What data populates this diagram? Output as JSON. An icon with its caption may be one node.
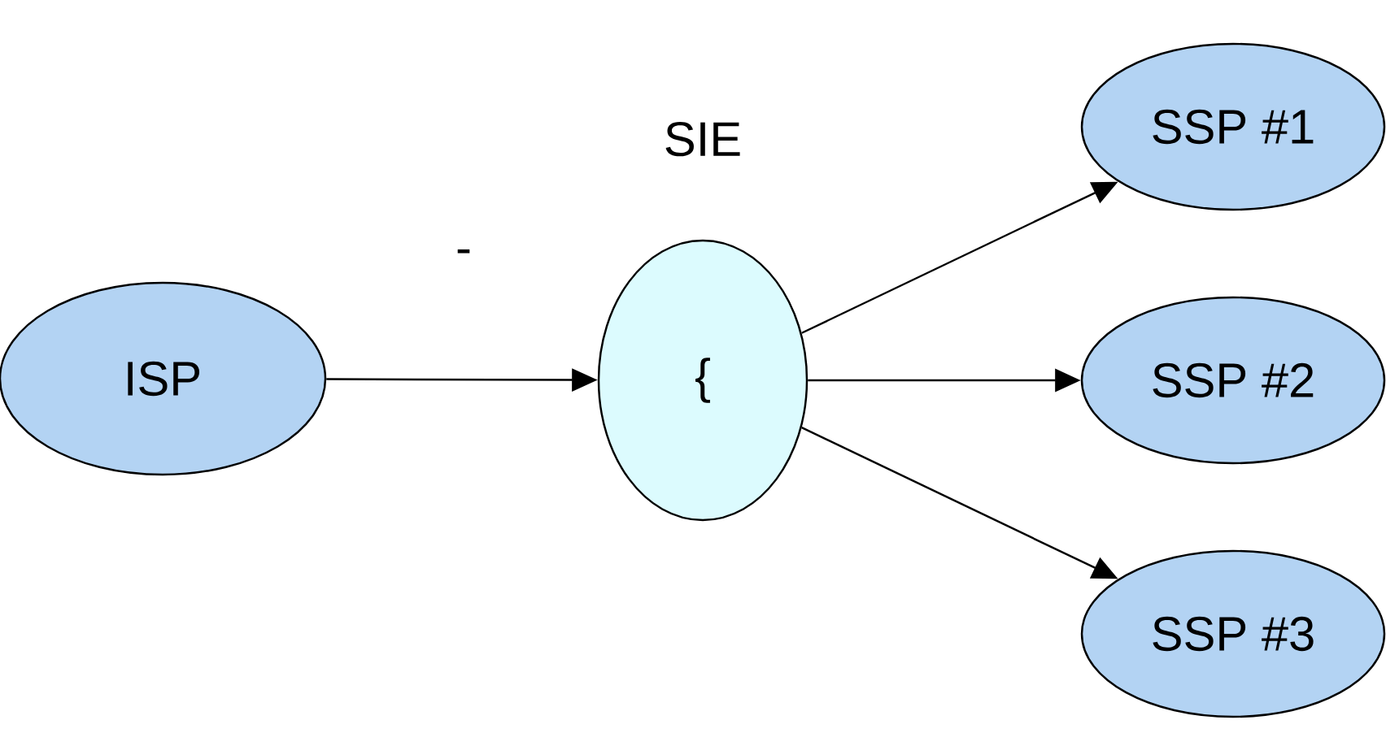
{
  "diagram": {
    "nodes": [
      {
        "text": [
          "ISP"
        ]
      },
      {
        "text": [
          "SIE",
          "{"
        ]
      },
      {
        "text": [
          "SSP #1"
        ]
      },
      {
        "text": [
          "SSP #2"
        ]
      },
      {
        "text": [
          "SSP #3"
        ]
      }
    ],
    "edges": [
      {
        "from": 0,
        "to": 1,
        "arrow": "to"
      },
      {
        "from": 1,
        "to": 2,
        "arrow": "to"
      },
      {
        "from": 1,
        "to": 3,
        "arrow": "to"
      },
      {
        "from": 1,
        "to": 4,
        "arrow": "to"
      }
    ],
    "labels": [
      "-"
    ]
  }
}
